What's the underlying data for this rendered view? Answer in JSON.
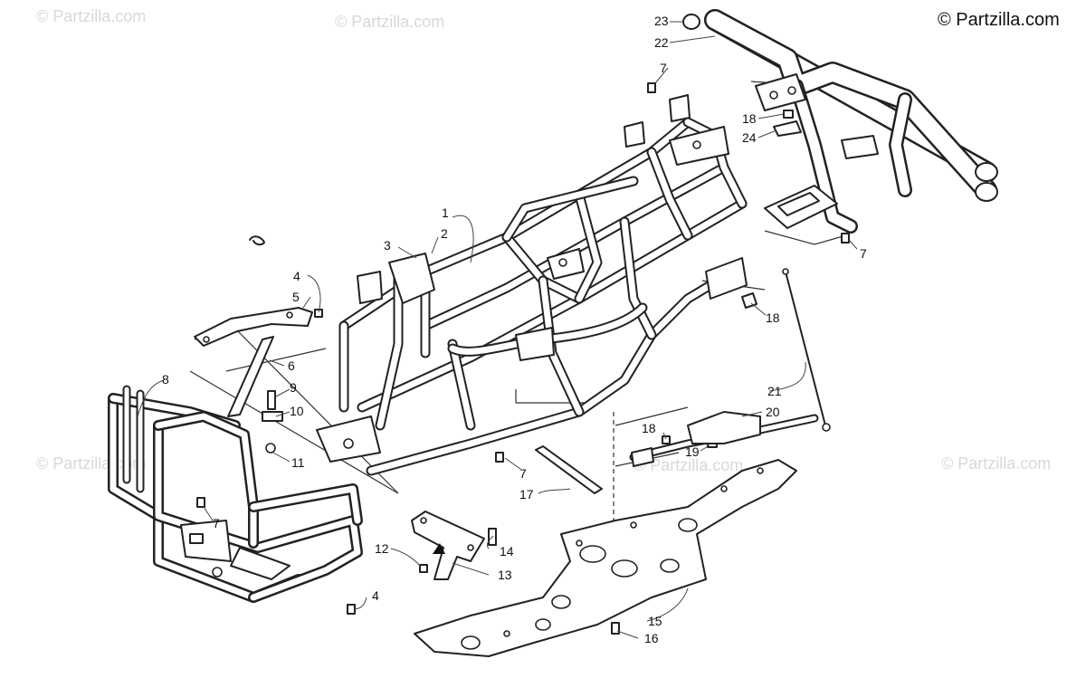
{
  "copyright": "© Partzilla.com",
  "watermark": "© Partzilla.com",
  "callouts": [
    {
      "id": "c1",
      "label": "1"
    },
    {
      "id": "c2",
      "label": "2"
    },
    {
      "id": "c3",
      "label": "3"
    },
    {
      "id": "c4a",
      "label": "4"
    },
    {
      "id": "c4b",
      "label": "4"
    },
    {
      "id": "c5",
      "label": "5"
    },
    {
      "id": "c6",
      "label": "6"
    },
    {
      "id": "c7a",
      "label": "7"
    },
    {
      "id": "c7b",
      "label": "7"
    },
    {
      "id": "c7c",
      "label": "7"
    },
    {
      "id": "c7d",
      "label": "7"
    },
    {
      "id": "c8",
      "label": "8"
    },
    {
      "id": "c9",
      "label": "9"
    },
    {
      "id": "c10",
      "label": "10"
    },
    {
      "id": "c11",
      "label": "11"
    },
    {
      "id": "c12",
      "label": "12"
    },
    {
      "id": "c13",
      "label": "13"
    },
    {
      "id": "c14",
      "label": "14"
    },
    {
      "id": "c15",
      "label": "15"
    },
    {
      "id": "c16",
      "label": "16"
    },
    {
      "id": "c17",
      "label": "17"
    },
    {
      "id": "c18a",
      "label": "18"
    },
    {
      "id": "c18b",
      "label": "18"
    },
    {
      "id": "c18c",
      "label": "18"
    },
    {
      "id": "c19",
      "label": "19"
    },
    {
      "id": "c20",
      "label": "20"
    },
    {
      "id": "c21",
      "label": "21"
    },
    {
      "id": "c22",
      "label": "22"
    },
    {
      "id": "c23",
      "label": "23"
    },
    {
      "id": "c24",
      "label": "24"
    }
  ]
}
